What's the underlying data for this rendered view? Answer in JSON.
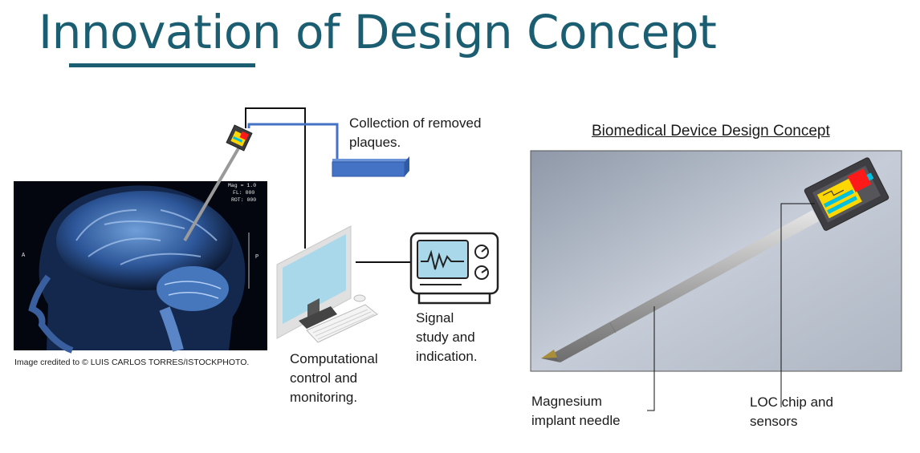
{
  "slide": {
    "title": "Innovation of Design Concept"
  },
  "left_diagram": {
    "plaques_label": "Collection of removed\nplaques.",
    "computer_label": "Computational\ncontrol and\nmonitoring.",
    "signal_label": "Signal\nstudy and\nindication.",
    "image_credit": "Image credited to © LUIS CARLOS TORRES/ISTOCKPHOTO.",
    "mri_readout": {
      "mag": "Mag = 1.0",
      "fl": "FL: 000",
      "rot": "ROT: 000"
    }
  },
  "right_diagram": {
    "title": "Biomedical Device Design Concept",
    "needle_label": "Magnesium\nimplant needle",
    "chip_label": "LOC chip and\nsensors"
  },
  "colors": {
    "title": "#1b5e72",
    "tube": "#4472c4",
    "tray": "#4472c4",
    "monitor_screen": "#a9d8ea",
    "mri_tint": "#3b6fb0",
    "chip_red": "#ff1a1a",
    "chip_yellow": "#ffd700",
    "chip_cyan": "#00c0e0"
  }
}
